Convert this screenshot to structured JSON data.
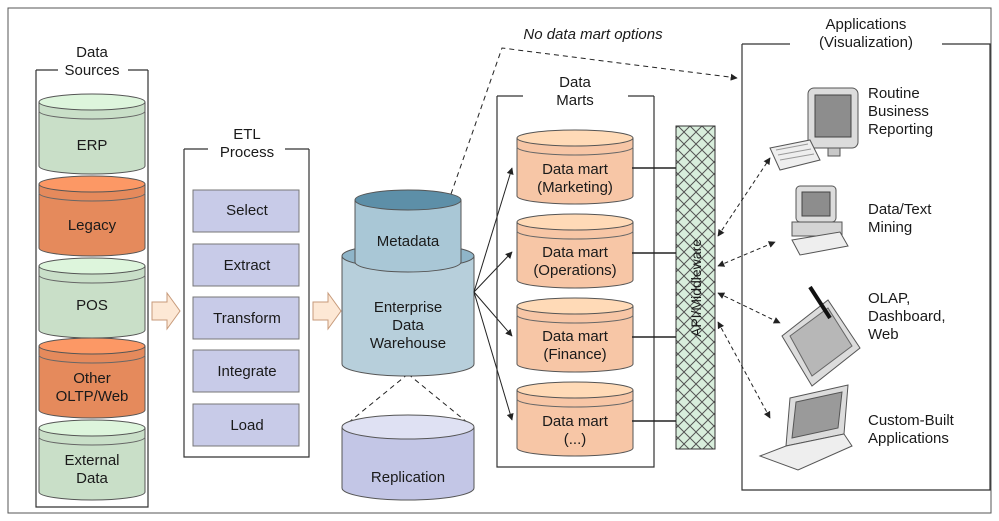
{
  "note_no_data_mart": "No data mart options",
  "data_sources": {
    "title": "Data\nSources",
    "items": [
      {
        "label": "ERP",
        "color": "#c9dfc8"
      },
      {
        "label": "Legacy",
        "color": "#e58a5c"
      },
      {
        "label": "POS",
        "color": "#c9dfc8"
      },
      {
        "label": "Other\nOLTP/Web",
        "color": "#e58a5c"
      },
      {
        "label": "External\nData",
        "color": "#c9dfc8"
      }
    ]
  },
  "etl": {
    "title": "ETL\nProcess",
    "steps": [
      "Select",
      "Extract",
      "Transform",
      "Integrate",
      "Load"
    ],
    "step_color": "#c8cbe8"
  },
  "warehouse": {
    "metadata": "Metadata",
    "enterprise": "Enterprise\nData\nWarehouse",
    "replication": "Replication",
    "metadata_color": "#a9c7d6",
    "warehouse_color": "#b7cfdb",
    "replication_color": "#c3c6e6"
  },
  "data_marts": {
    "title": "Data\nMarts",
    "items": [
      "Data mart\n(Marketing)",
      "Data mart\n(Operations)",
      "Data mart\n(Finance)",
      "Data mart\n(...)"
    ],
    "color": "#f7c6a6"
  },
  "middleware": {
    "label": "API/Middleware",
    "color": "#d8eedc"
  },
  "applications": {
    "title": "Applications\n(Visualization)",
    "items": [
      {
        "label": "Routine\nBusiness\nReporting",
        "icon": "monitor-computer-icon"
      },
      {
        "label": "Data/Text\nMining",
        "icon": "desktop-computer-icon"
      },
      {
        "label": "OLAP,\nDashboard,\nWeb",
        "icon": "tablet-stylus-icon"
      },
      {
        "label": "Custom-Built\nApplications",
        "icon": "laptop-icon"
      }
    ]
  }
}
